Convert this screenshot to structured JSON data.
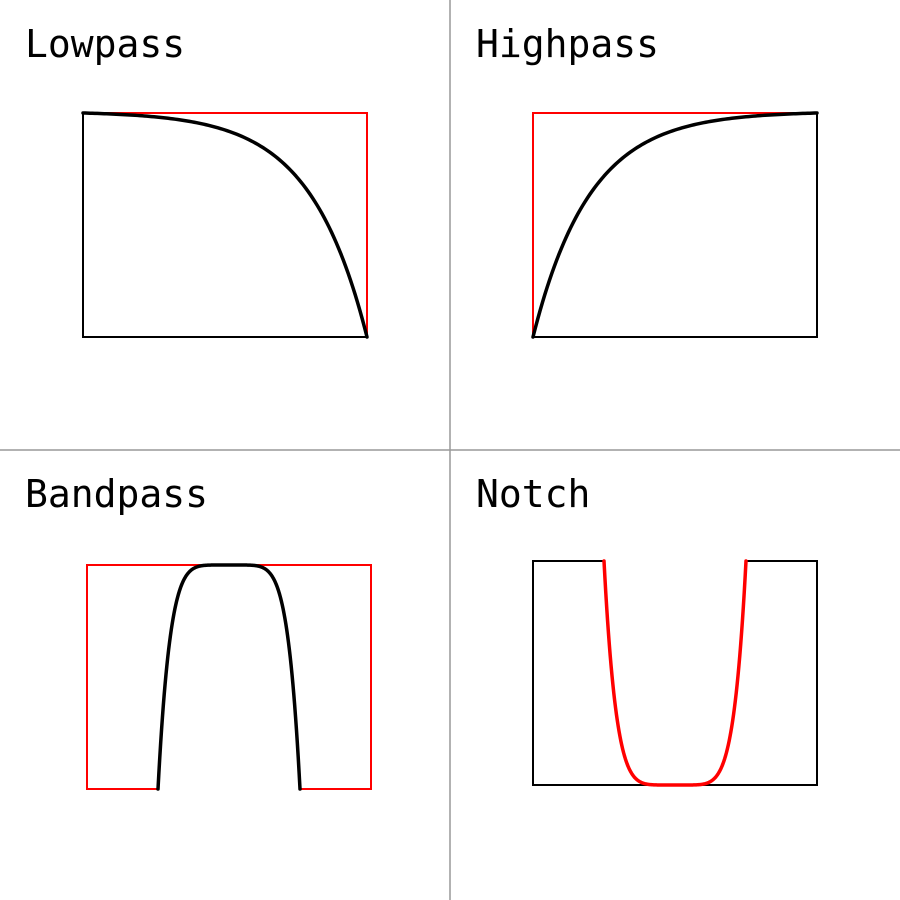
{
  "colors": {
    "background": "#ffffff",
    "divider": "#999999",
    "frame": "#000000",
    "ideal": "#ff0000",
    "response": "#000000",
    "notch_response": "#ff0000"
  },
  "panels": [
    {
      "title": "Lowpass"
    },
    {
      "title": "Highpass"
    },
    {
      "title": "Bandpass"
    },
    {
      "title": "Notch"
    }
  ]
}
